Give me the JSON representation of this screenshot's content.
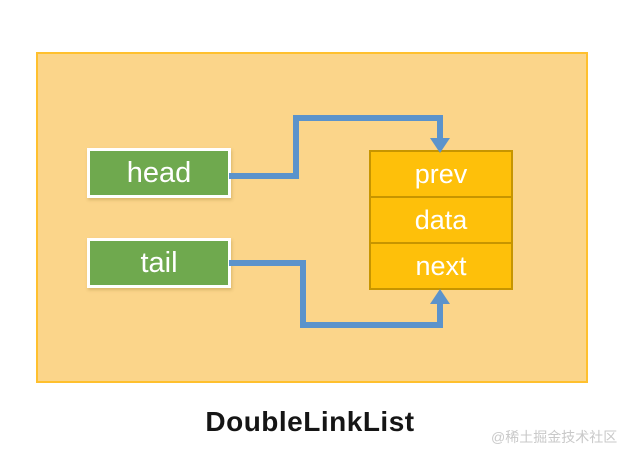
{
  "diagram": {
    "title": "DoubleLinkList",
    "watermark": "@稀土掘金技术社区",
    "pointers": [
      {
        "id": "head",
        "label": "head"
      },
      {
        "id": "tail",
        "label": "tail"
      }
    ],
    "node": {
      "cells": [
        "prev",
        "data",
        "next"
      ]
    },
    "connectors": [
      {
        "from": "head",
        "to": "node-top",
        "arrow": "down"
      },
      {
        "from": "tail",
        "to": "node-bottom",
        "arrow": "up"
      }
    ],
    "colors": {
      "panel_fill": "#FBD58A",
      "panel_border": "#FFC02E",
      "pointer_fill": "#6FA94E",
      "pointer_border": "#FFFFFF",
      "node_fill": "#FEC00A",
      "node_border": "#C79500",
      "connector_blue": "#5B93CB",
      "title_text": "#151515",
      "watermark_text": "#C9C9C9"
    }
  }
}
